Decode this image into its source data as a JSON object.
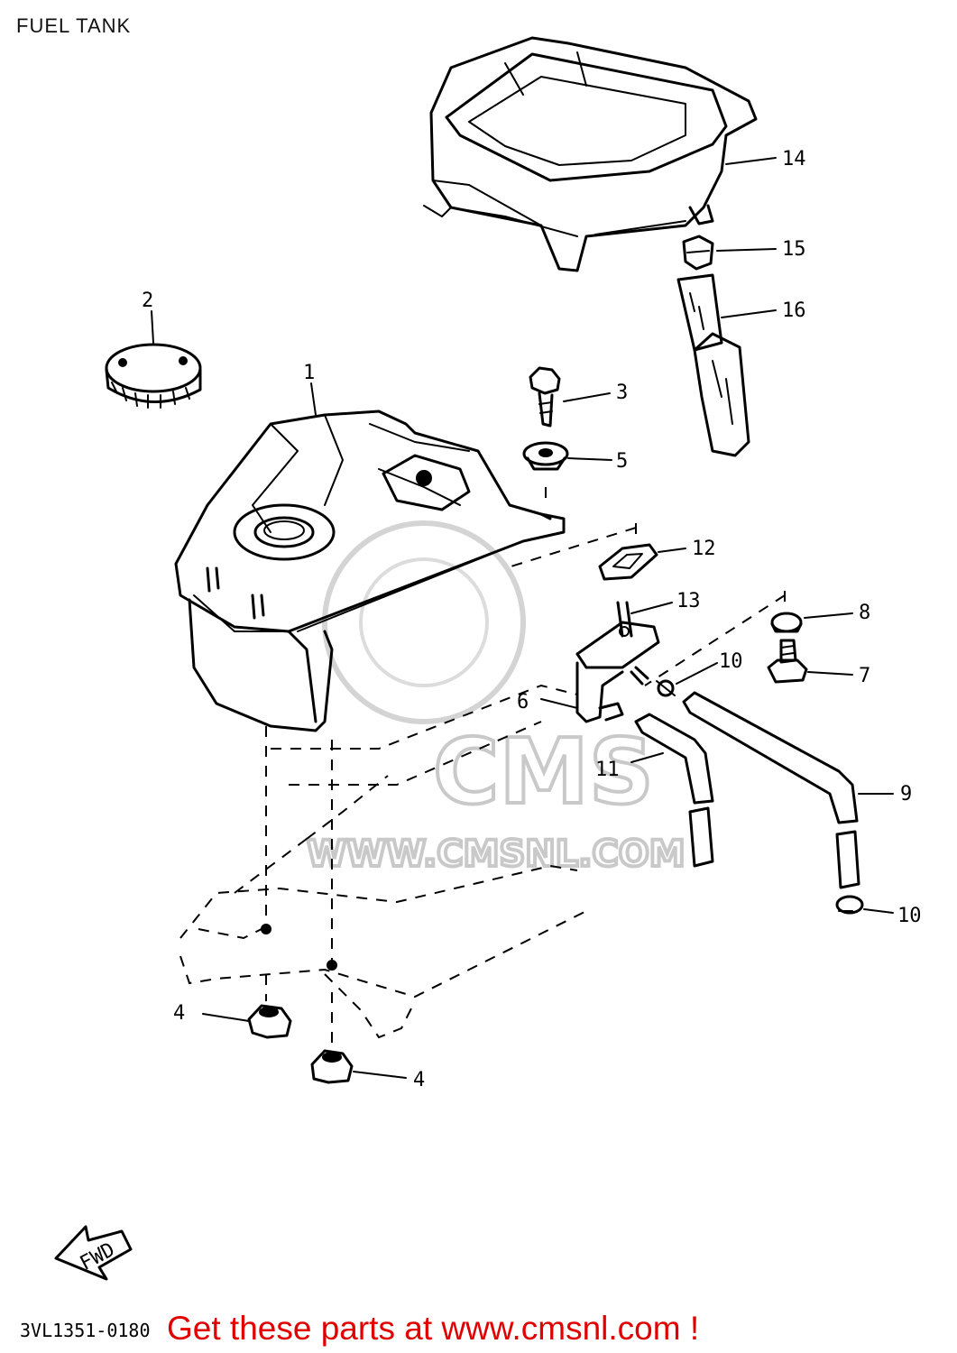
{
  "title": "FUEL TANK",
  "diagram_code": "3VL1351-0180",
  "footer_cta": "Get these parts at www.cmsnl.com !",
  "watermark": {
    "brand": "CMS",
    "url": "WWW.CMSNL.COM",
    "color": "#c9c9c9"
  },
  "fwd_label": "FWD",
  "accent_color": "#e00000",
  "callouts": {
    "c1": "1",
    "c2": "2",
    "c3": "3",
    "c4a": "4",
    "c4b": "4",
    "c5": "5",
    "c6": "6",
    "c7": "7",
    "c8": "8",
    "c9": "9",
    "c10a": "10",
    "c10b": "10",
    "c11": "11",
    "c12": "12",
    "c13": "13",
    "c14": "14",
    "c15": "15",
    "c16": "16"
  }
}
